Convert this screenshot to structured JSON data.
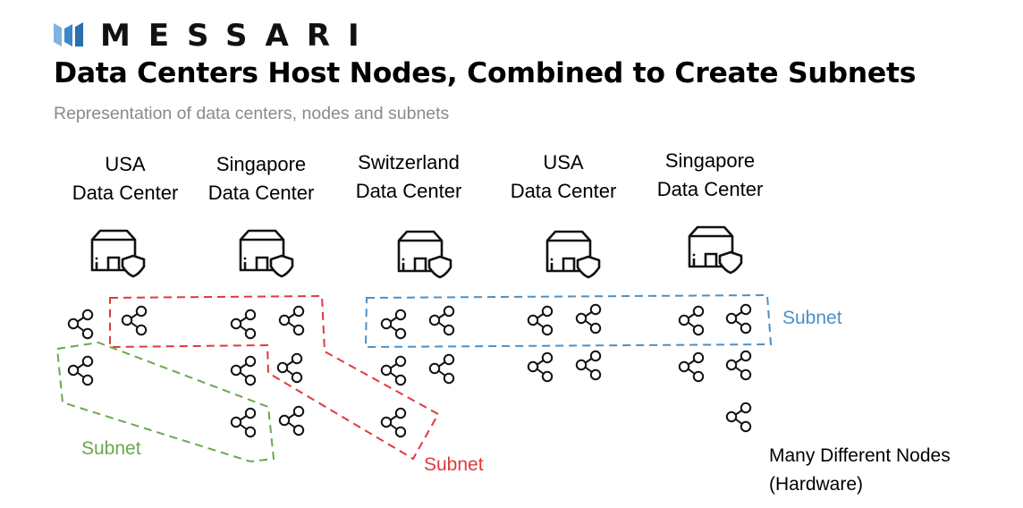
{
  "brand": {
    "name": "MESSARI"
  },
  "header": {
    "title": "Data Centers Host Nodes, Combined to Create Subnets",
    "subtitle": "Representation of data centers, nodes and subnets"
  },
  "data_centers": [
    {
      "line1": "USA",
      "line2": "Data Center",
      "icon": "data-center-building-icon"
    },
    {
      "line1": "Singapore",
      "line2": "Data Center",
      "icon": "data-center-building-icon"
    },
    {
      "line1": "Switzerland",
      "line2": "Data Center",
      "icon": "data-center-building-icon"
    },
    {
      "line1": "USA",
      "line2": "Data Center",
      "icon": "data-center-building-icon"
    },
    {
      "line1": "Singapore",
      "line2": "Data Center",
      "icon": "data-center-building-icon"
    }
  ],
  "subnets": [
    {
      "label": "Subnet",
      "color": "#6aa84f"
    },
    {
      "label": "Subnet",
      "color": "#e0393e"
    },
    {
      "label": "Subnet",
      "color": "#4a90c8"
    }
  ],
  "node_icon": "share-node-icon",
  "nodes_note": {
    "line1": "Many Different Nodes",
    "line2": "(Hardware)"
  },
  "colors": {
    "logo_blue": "#3b87c8",
    "text": "#000000",
    "subtitle": "#8a8a8a"
  }
}
